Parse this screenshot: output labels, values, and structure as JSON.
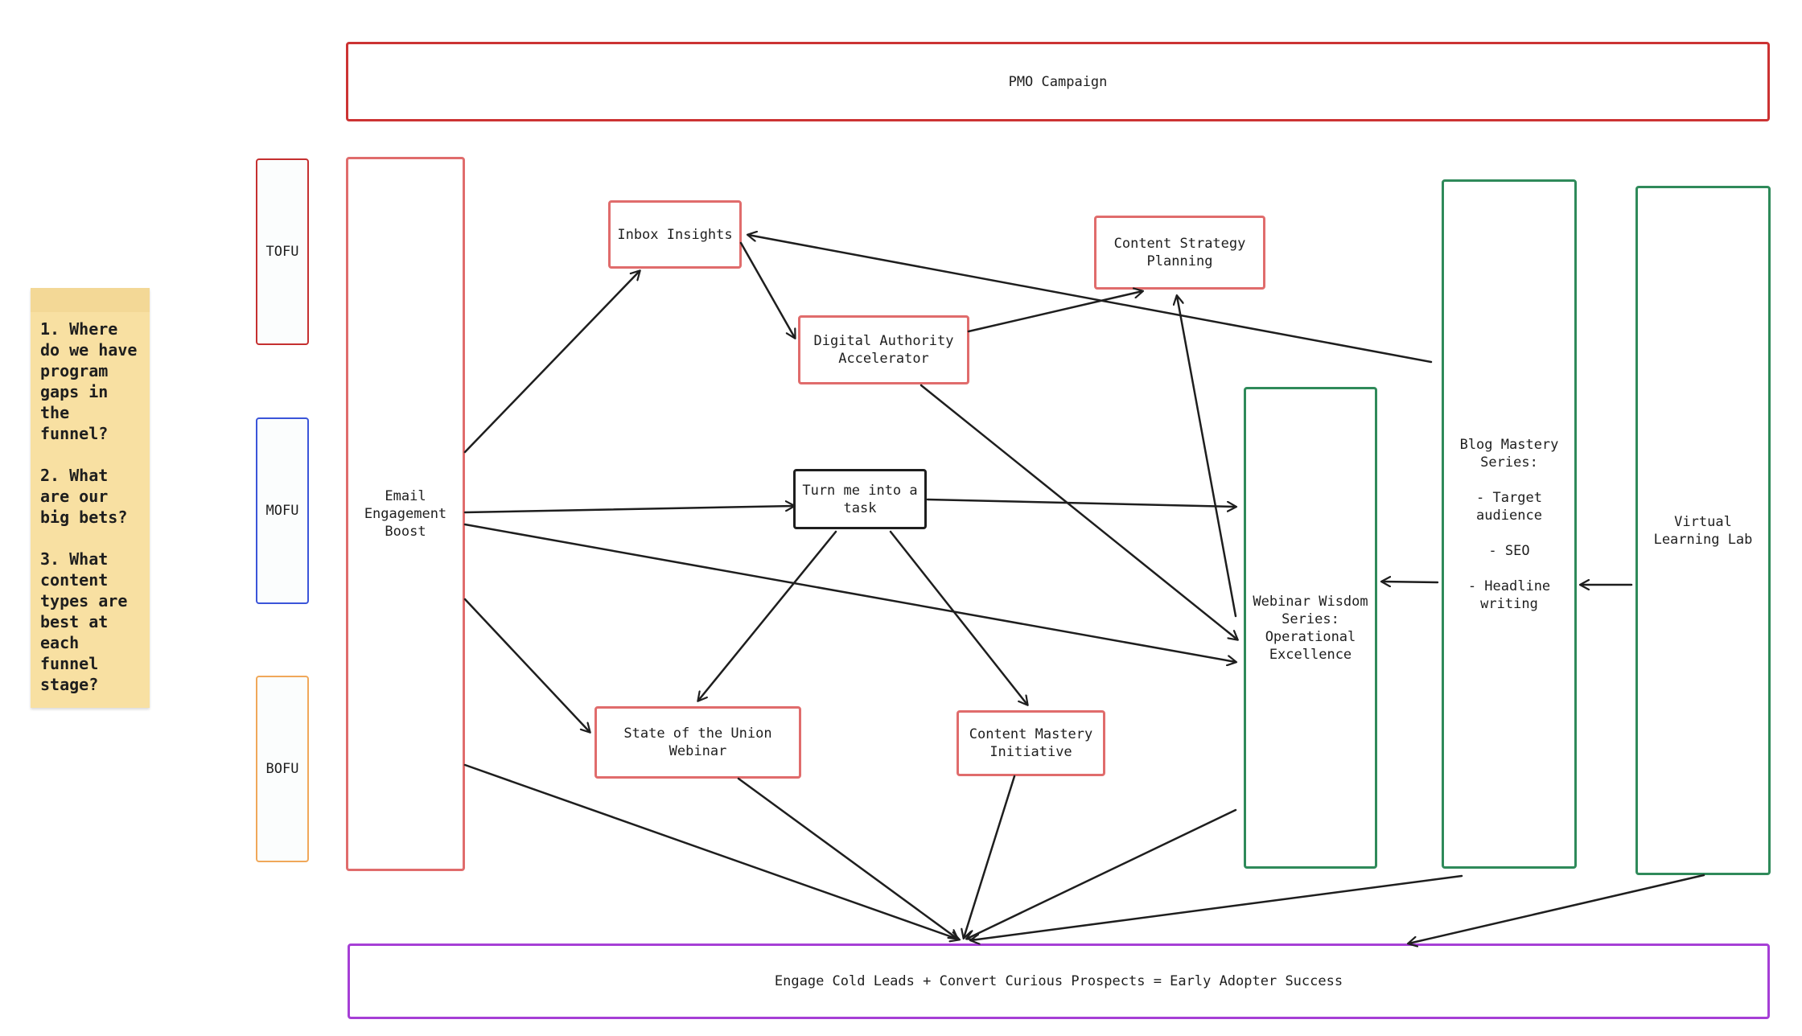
{
  "sticky_note": {
    "text": "1. Where do we have program gaps in the funnel?\n\n2. What are our big bets?\n\n3. What content types are best at each funnel stage?"
  },
  "header": {
    "title": "PMO Campaign"
  },
  "funnel": {
    "tofu": "TOFU",
    "mofu": "MOFU",
    "bofu": "BOFU"
  },
  "nodes": {
    "email_engagement_boost": "Email\nEngagement\nBoost",
    "inbox_insights": "Inbox Insights",
    "content_strategy_planning": "Content Strategy\nPlanning",
    "digital_authority_accelerator": "Digital Authority\nAccelerator",
    "turn_me_into_a_task": "Turn me into a\ntask",
    "state_of_the_union_webinar": "State of the Union\nWebinar",
    "content_mastery_initiative": "Content Mastery\nInitiative",
    "webinar_wisdom_series": "Webinar Wisdom\nSeries:\nOperational\nExcellence",
    "blog_mastery_series": "Blog Mastery\nSeries:\n\n- Target\naudience\n\n- SEO\n\n- Headline\nwriting",
    "virtual_learning_lab": "Virtual\nLearning Lab"
  },
  "footer": {
    "goal": "Engage Cold Leads + Convert Curious Prospects = Early Adopter Success"
  },
  "colors": {
    "red": "#e06c6c",
    "dark_red": "#cc3333",
    "green": "#2f8a5a",
    "purple": "#a63fd6",
    "blue": "#3b55d9",
    "orange": "#f0a85a",
    "sticky": "#f8e0a2"
  }
}
